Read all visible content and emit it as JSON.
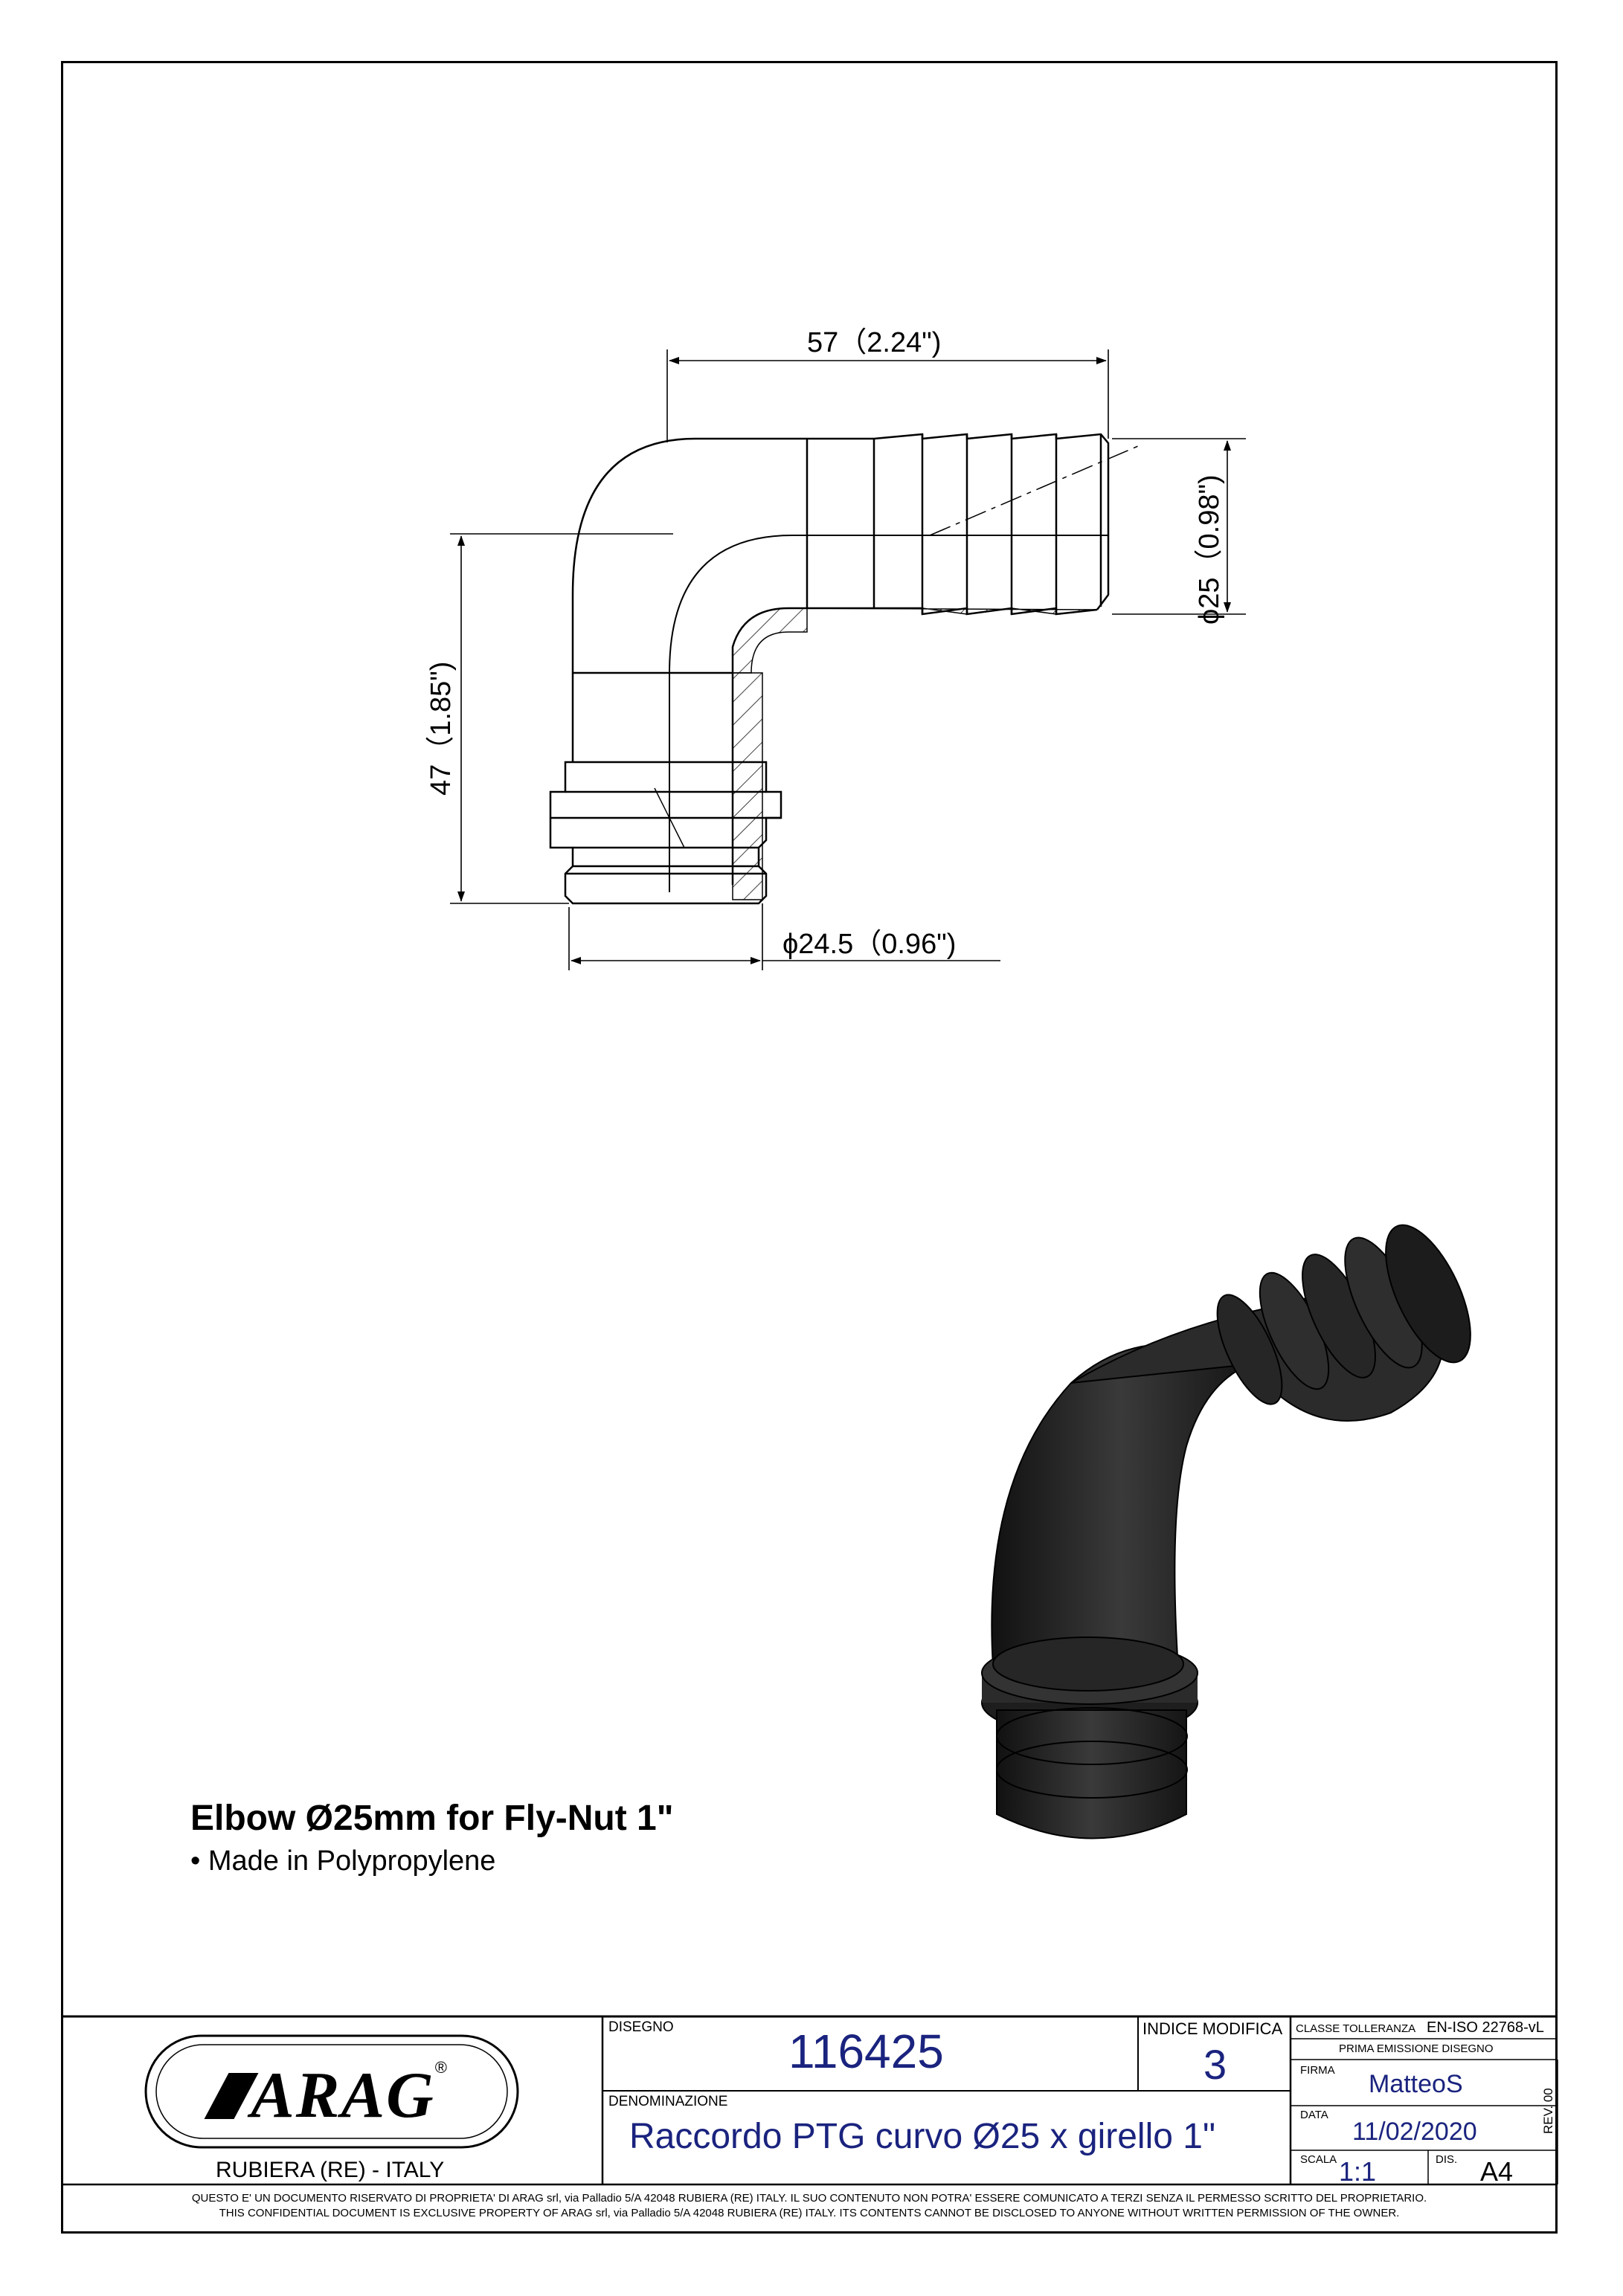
{
  "drawing": {
    "dimensions": {
      "length": "57（2.24\")",
      "height": "47（1.85\")",
      "barb_diameter": "ϕ25（0.98\")",
      "thread_diameter": "ϕ24.5（0.96\")"
    }
  },
  "product": {
    "title": "Elbow Ø25mm for Fly-Nut 1\"",
    "material_bullet": "• Made in Polypropylene"
  },
  "title_block": {
    "logo_text": "ARAG",
    "logo_registered": "®",
    "location": "RUBIERA (RE) - ITALY",
    "drawing_label": "DISEGNO",
    "drawing_number": "116425",
    "revision_label": "INDICE MODIFICA",
    "revision_value": "3",
    "tolerance_label": "CLASSE TOLLERANZA",
    "tolerance_value": "EN-ISO  22768-vL",
    "first_issue_label": "PRIMA EMISSIONE DISEGNO",
    "signature_label": "FIRMA",
    "signature_value": "MatteoS",
    "name_label": "DENOMINAZIONE",
    "name_value": "Raccordo PTG curvo Ø25 x girello 1\"",
    "date_label": "DATA",
    "date_value": "11/02/2020",
    "scale_label": "SCALA",
    "scale_value": "1:1",
    "sheet_label": "DIS.",
    "sheet_value": "A4",
    "rev_side": "REV. 00"
  },
  "footer": {
    "line_it": "QUESTO E' UN DOCUMENTO RISERVATO DI PROPRIETA' DI ARAG srl, via Palladio 5/A 42048 RUBIERA (RE) ITALY. IL SUO CONTENUTO NON POTRA' ESSERE COMUNICATO A TERZI SENZA IL PERMESSO SCRITTO DEL PROPRIETARIO.",
    "line_en": "THIS CONFIDENTIAL DOCUMENT IS EXCLUSIVE PROPERTY OF ARAG srl, via Palladio 5/A 42048 RUBIERA (RE) ITALY. ITS CONTENTS CANNOT BE DISCLOSED TO ANYONE WITHOUT WRITTEN PERMISSION OF THE OWNER."
  },
  "colors": {
    "line": "#000000",
    "value_text": "#1a237e",
    "part_render": "#2a2a2a"
  }
}
